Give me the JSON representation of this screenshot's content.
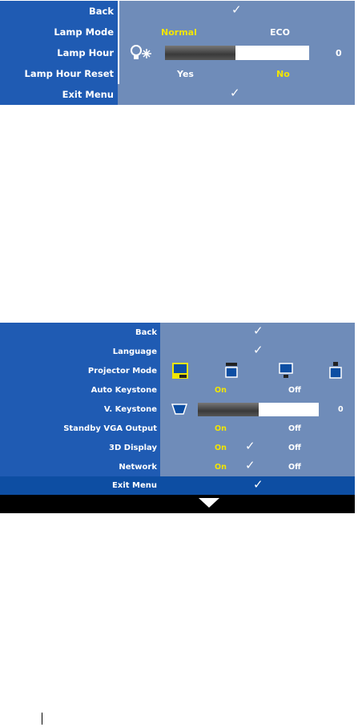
{
  "lamp_menu": {
    "back": {
      "label": "Back"
    },
    "lamp_mode": {
      "label": "Lamp Mode",
      "options": [
        "Normal",
        "ECO"
      ],
      "selected": "Normal"
    },
    "lamp_hour": {
      "label": "Lamp Hour",
      "value": "0",
      "progress_fraction": 0.49
    },
    "lamp_hour_reset": {
      "label": "Lamp Hour Reset",
      "options": [
        "Yes",
        "No"
      ],
      "selected": "No"
    },
    "exit": {
      "label": "Exit Menu"
    }
  },
  "settings_menu": {
    "back": {
      "label": "Back"
    },
    "language": {
      "label": "Language"
    },
    "projector_mode": {
      "label": "Projector Mode",
      "icons": [
        "front-projection-icon",
        "front-ceiling-icon",
        "rear-projection-icon",
        "rear-ceiling-icon"
      ]
    },
    "auto_keystone": {
      "label": "Auto Keystone",
      "options": [
        "On",
        "Off"
      ],
      "selected": "On"
    },
    "v_keystone": {
      "label": "V. Keystone",
      "value": "0",
      "progress_fraction": 0.5
    },
    "standby_vga": {
      "label": "Standby VGA Output",
      "options": [
        "On",
        "Off"
      ],
      "selected": "On"
    },
    "display_3d": {
      "label": "3D Display",
      "options": [
        "On",
        "Off"
      ],
      "selected": "On"
    },
    "network": {
      "label": "Network",
      "options": [
        "On",
        "Off"
      ],
      "selected": "On"
    },
    "exit": {
      "label": "Exit Menu"
    }
  },
  "colors": {
    "label_bg": "#1f5bb3",
    "value_bg": "#6f8cb9",
    "exit_bg": "#0d4ea3",
    "selected": "#f2e500"
  }
}
